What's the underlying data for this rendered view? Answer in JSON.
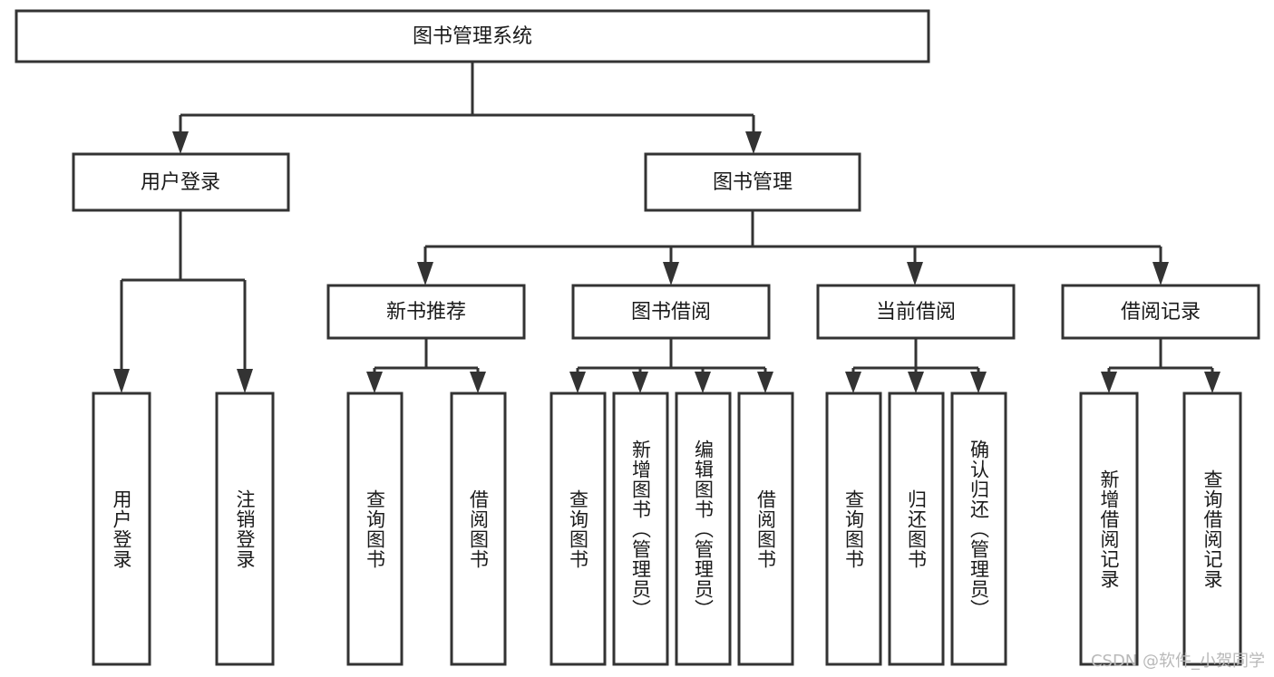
{
  "diagram": {
    "title": "图书管理系统",
    "type": "tree-hierarchy-diagram",
    "colors": {
      "stroke": "#333333",
      "fill": "#ffffff",
      "text": "#1a1a1a",
      "watermark": "#b9b9b9"
    },
    "root": {
      "label": "图书管理系统"
    },
    "level2": [
      {
        "label": "用户登录"
      },
      {
        "label": "图书管理"
      }
    ],
    "level3": [
      {
        "label": "新书推荐"
      },
      {
        "label": "图书借阅"
      },
      {
        "label": "当前借阅"
      },
      {
        "label": "借阅记录"
      }
    ],
    "leaves": {
      "user_login": [
        {
          "label": "用户登录"
        },
        {
          "label": "注销登录"
        }
      ],
      "new_book_recommend": [
        {
          "label": "查询图书"
        },
        {
          "label": "借阅图书"
        }
      ],
      "book_borrow": [
        {
          "label": "查询图书"
        },
        {
          "label": "新增图书（管理员）"
        },
        {
          "label": "编辑图书（管理员）"
        },
        {
          "label": "借阅图书"
        }
      ],
      "current_borrow": [
        {
          "label": "查询图书"
        },
        {
          "label": "归还图书"
        },
        {
          "label": "确认归还（管理员）"
        }
      ],
      "borrow_record": [
        {
          "label": "新增借阅记录"
        },
        {
          "label": "查询借阅记录"
        }
      ]
    },
    "watermark": "CSDN @软件_小贺同学"
  }
}
